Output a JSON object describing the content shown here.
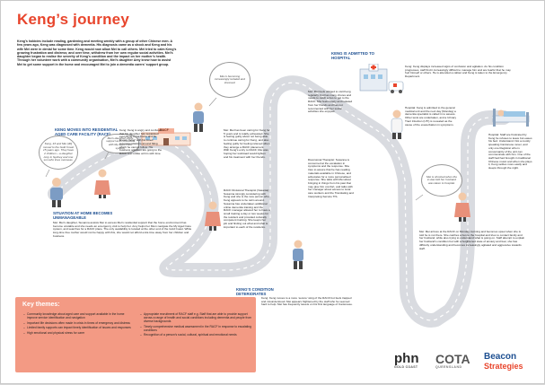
{
  "title": "Keng’s journey",
  "intro": "Keng’s hobbies include reading, gardening and meeting weekly with a group of other Chinese men. A few years ago, Keng was diagnosed with dementia. His diagnosis came as a shock and Keng and his wife Mei were in denial for some time. Keng would now allow Mei to call others. Mei tried to calm Keng’s growing frustration and distress; and over time, withdrew from her own regular social activities. Mei’s daughter began to realise the severity of Keng’s condition and the impact on her mother’s health. Through her volunteer work with a community organisation, Mei’s daughter Amy knew how to assist Mei to get some support in the home and encouraged Mei to join a dementia carers’ support group.",
  "headings": {
    "situation": "Situation at home becomes unmanageable",
    "moves": "Keng moves into Residential Aged Care Facility (RACF)",
    "admitted": "Keng is admitted to hospital",
    "deteriorates": "Keng’s condition deteriorates"
  },
  "sign": "RACF",
  "bubbles": {
    "mei_daughter": "Keng, 43 and Mei (40) moved to the Gold Coast 15 years ago. They have 2 children – a daughter Amy in Sydney and one son who lives overseas.",
    "daughter_worried": "Mei’s daughter offers support and connected with My Aged Care system.",
    "mei_increasingly": "Mei is becoming increasingly isolated and stressed.",
    "mei_shocked": "Mei is shocked when the in-law told her husband was taken to hospital."
  },
  "boxes": {
    "situation": "Mei: Mei’s daughter, Susanna assists Mei to access Mei’s residential support that the home environment has become unstable and she needs an emergency visit to help her. Amy helps her Mum navigate the My Aged Care system, and searches for a RACF place. The only availability is located at the other end of the Gold Coast. While long-time free mother would not be happy with this, she would not afford extra time away from her children and business.",
    "moves": "Keng: Keng is angry and confused that his daughter has separated everything in his home and he knows ‘living’ with his loved recommendations around Ming which he cannot follow. His business agitation are going to the RACF feel unlike at him with time.",
    "mei_has": "Mei: Mei has been caring for Keng for 5 years and is totally exhausted. She is feeling guilty about not being able to continue caring for Keng, and also feeling guilty for feeling relieved when they arrange a RACF placement. With Keng’s entry to RACF, Mei was hoping her workload would lighten and his treatment with her friends.",
    "racf_staff": "RACF Divisional Therapist (Vasanta): Susanna strongly considering with Keng and she is the new person who Keng appears to be calm around. Susanna has undertaken additional online dementia training and the RACF manager allowed her to have a small training a day or two weeks for the resident and provided culturally competent training. She keeps her job and finding out what and what is important to each of the residents.",
    "mei_has_obliged": "Mei: Mei feels obliged to visit Keng regularly, but has many chores and needs to catch a bus to get to the RACF. She feels lonely and isolated from her friends and has not reconnected with her social activities she enjoyed.",
    "diversional": "Diversional Therapist: Susanna is concerned at the escalation in symptoms and the response. She tries to assure that he has reading materials available in Chinese, and advocates for a more personalised response. She talks with Mei about bringing in things from his past that may give him comfort, and talks with her manager about access to local care workers and the Translating and Interpreting Service TIS.",
    "keng_displays": "Keng: Keng displays increased signs of confusion and agitation. As his condition progresses, staff find it increasingly difficult to manage him and are fearful that he may hurt himself or others. He is attended a callout and Keng is taken to the Emergency Department.",
    "hospital": "Hospital: Keng is admitted to the general medical unit and the next day (Monday) a dementia specialist is called in to assess. Other tests are undertaken, and a Urinary Tract Infection (UTI) is revealed as the cause of the exacerbation in symptoms.",
    "hospital_staff": "Hospital: Staff are frustrated by Keng he refuses to leave but eases his bed. Understand. Not a mostly speaking Cantonese never, and only one Registrar who is conversantly of the unit can communicate with him. One of the staff had had brought in traditional Chinese music and when she plays it, Keng settles more easily and sleeps through the night.",
    "mei_returns": "Mei: Mei arrives at the RACF on Monday morning and becomes upset when she is told he is not there. She catches a bus to the hospital and tries to contact family and her husband, while also trying to understand what is going on. Staff attempt to explain her husband’s condition but with a heightened state of anxiety and fear, she has difficulty understanding and becomes increasingly agitated and aggressive towards staff.",
    "keng_moves_back": "Keng: Keng moves to a more ‘secure’ wing of the RACF but feels trapped and misunderstood. Mei appears frightened by the staff who he seemed hard to help. Mei has frequently tweets on his first language of Cantonese."
  },
  "key_themes": {
    "title": "Key themes:",
    "col1": [
      "Community knowledge about aged care and support available in the home improve service identification and navigation",
      "Important life decisions often made in crisis in times of emergency and distress",
      "Limited family supports can impact timely identification of issues and responses",
      "High emotional and physical stress for carer"
    ],
    "col2": [
      "Appropriate recruitment of RACF staff e.g. Staff that are able to provide support across a range of health and social conditions including dementia and people from diverse backgrounds",
      "Timely comprehensive medical assessment in the RACF in response to escalating conditions",
      "Recognition of a person’s social, cultural, spiritual and emotional needs"
    ]
  },
  "logos": {
    "phn": "phn",
    "phn_sub": "GOLD COAST",
    "cota": "COTA",
    "cota_sub": "QUEENSLAND",
    "beacon": "Beacon",
    "beacon_sub": "Strategies"
  },
  "colors": {
    "title": "#e8452c",
    "heading": "#1d4f91",
    "path": "#d9dbe0",
    "key_themes_bg": "#f39a84"
  }
}
